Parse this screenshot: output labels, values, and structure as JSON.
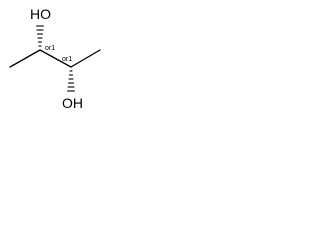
{
  "molecule": {
    "atoms": {
      "hydroxyl_top": "HO",
      "hydroxyl_bottom": "OH"
    },
    "stereo_labels": {
      "left_center": "or1",
      "right_center": "or1"
    }
  },
  "colors": {
    "bond": "#000000",
    "text": "#000000",
    "background": "#ffffff"
  }
}
